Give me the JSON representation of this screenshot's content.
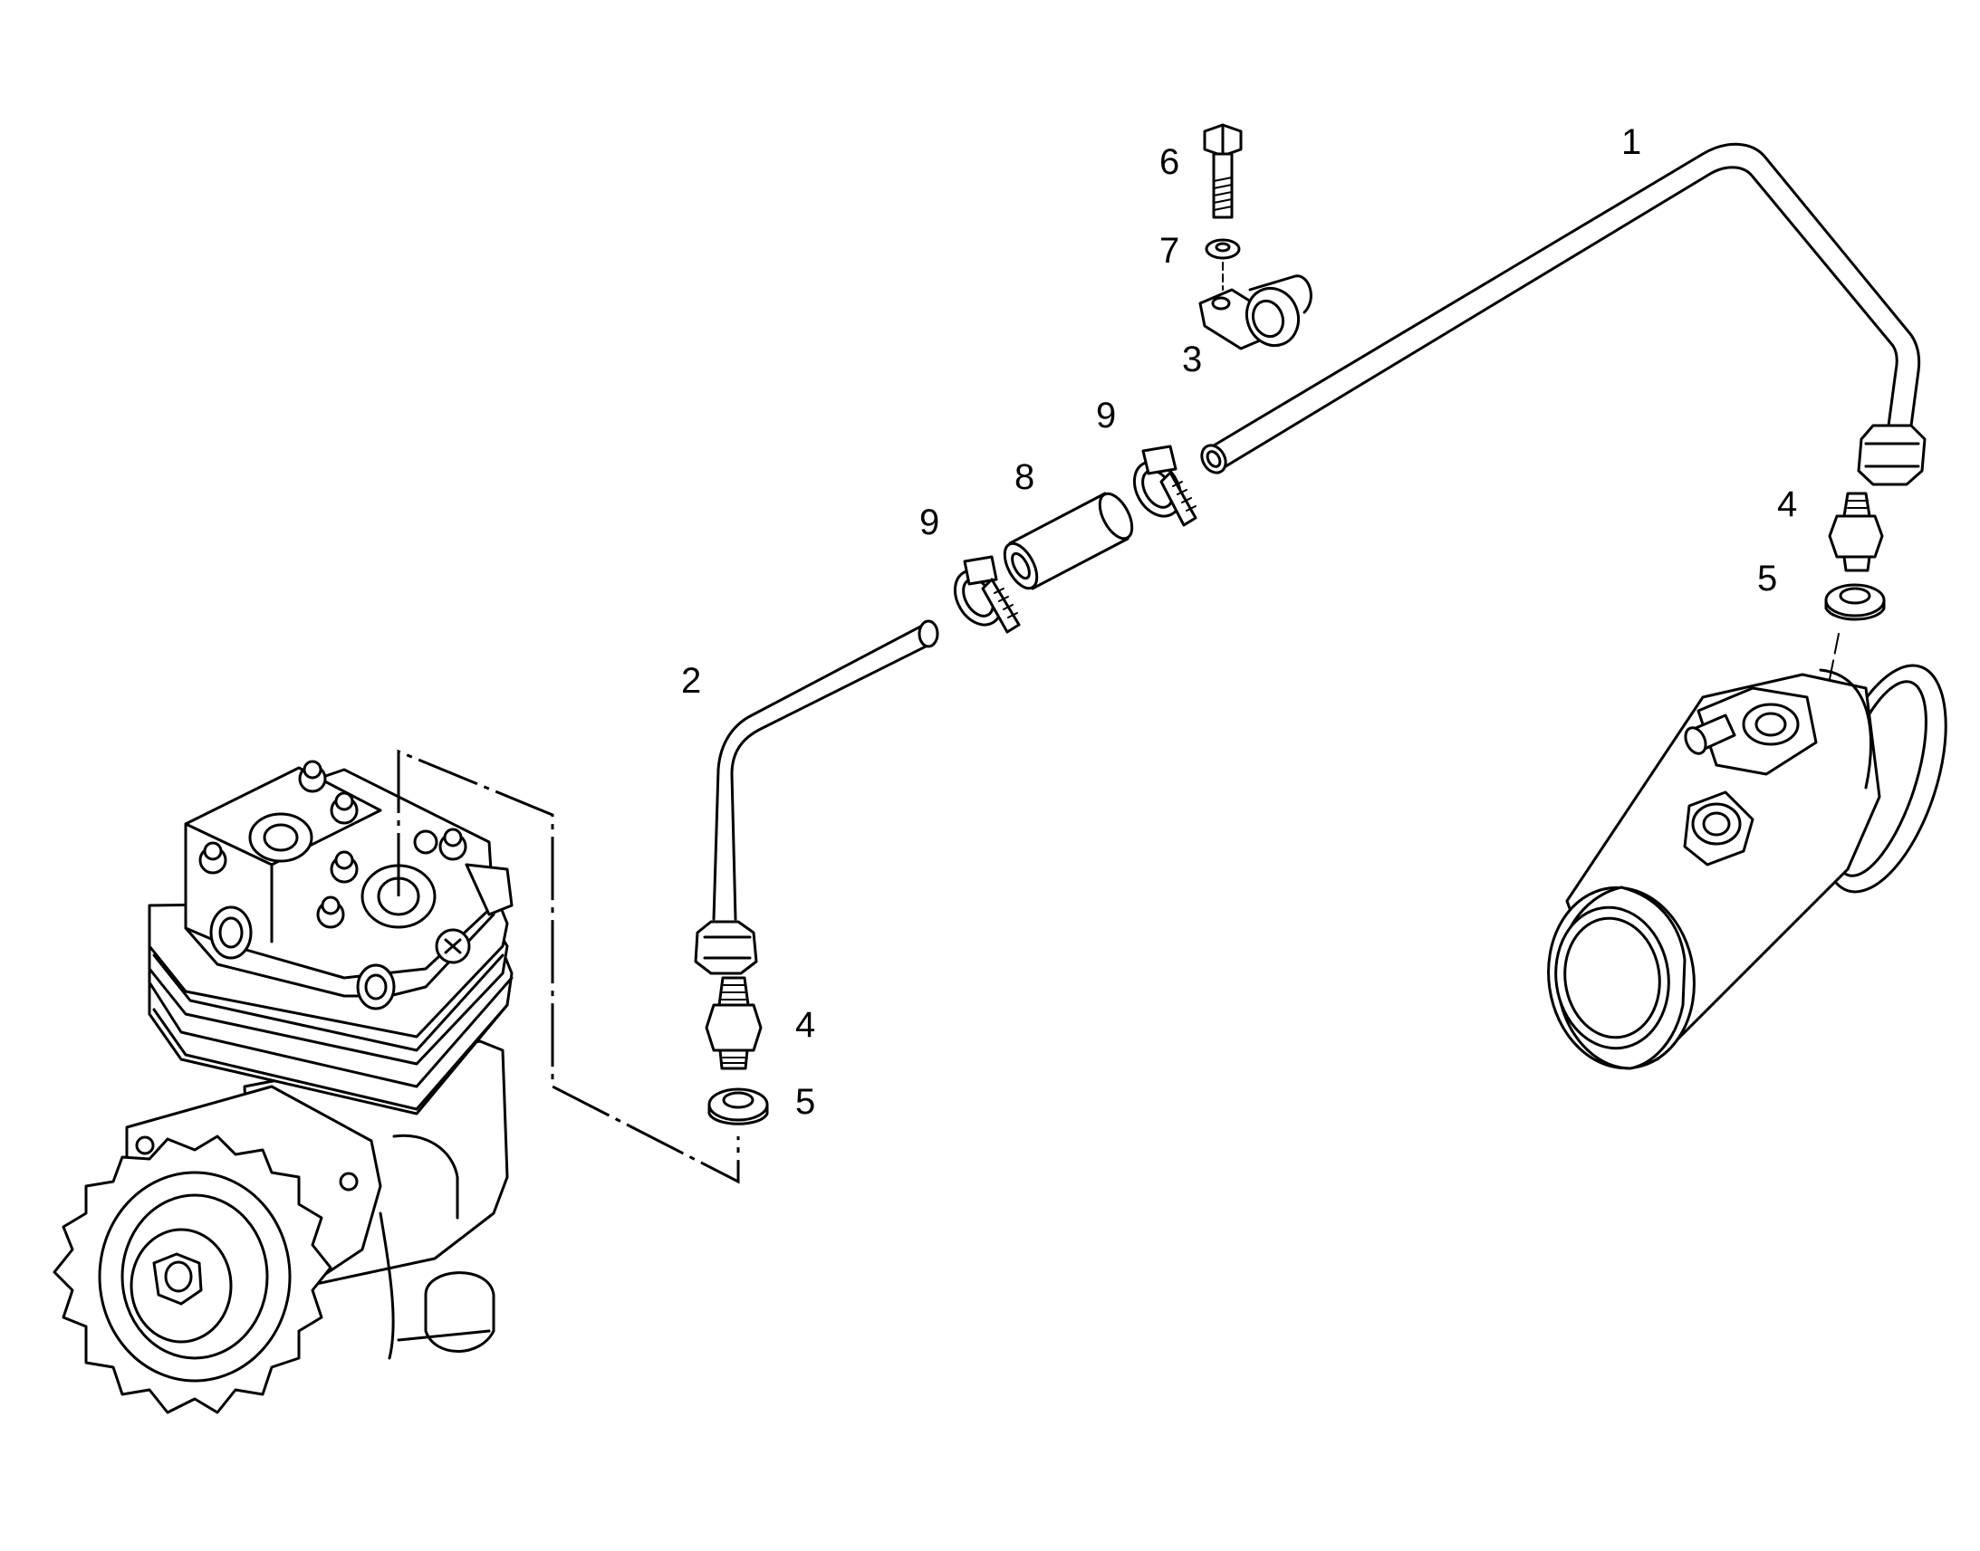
{
  "callouts": {
    "c1": "1",
    "c2": "2",
    "c3": "3",
    "c4a": "4",
    "c4b": "4",
    "c5a": "5",
    "c5b": "5",
    "c6": "6",
    "c7": "7",
    "c8": "8",
    "c9a": "9",
    "c9b": "9"
  },
  "colors": {
    "line": "#000000",
    "background": "#ffffff"
  }
}
